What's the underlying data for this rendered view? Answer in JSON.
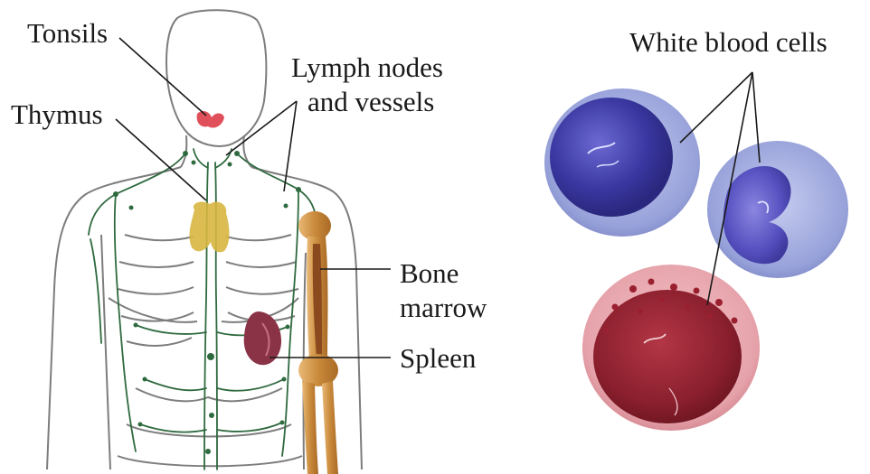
{
  "labels": {
    "tonsils": "Tonsils",
    "thymus": "Thymus",
    "lymph_line1": "Lymph nodes",
    "lymph_line2": "and vessels",
    "bone_line1": "Bone",
    "bone_line2": "marrow",
    "spleen": "Spleen",
    "white_blood_cells": "White blood cells"
  },
  "colors": {
    "outline": "#7d7d7d",
    "lymph": "#2f6a3f",
    "thymus": "#d7b640",
    "tonsils": "#e0505a",
    "spleen": "#8a3346",
    "bone": "#c98a3b",
    "marrow": "#8b4a1e",
    "cell_blue_outer": "#9aa6dc",
    "cell_blue_inner": "#3b3aa0",
    "cell_red_outer": "#e6a0a8",
    "cell_red_inner": "#8d2030"
  }
}
